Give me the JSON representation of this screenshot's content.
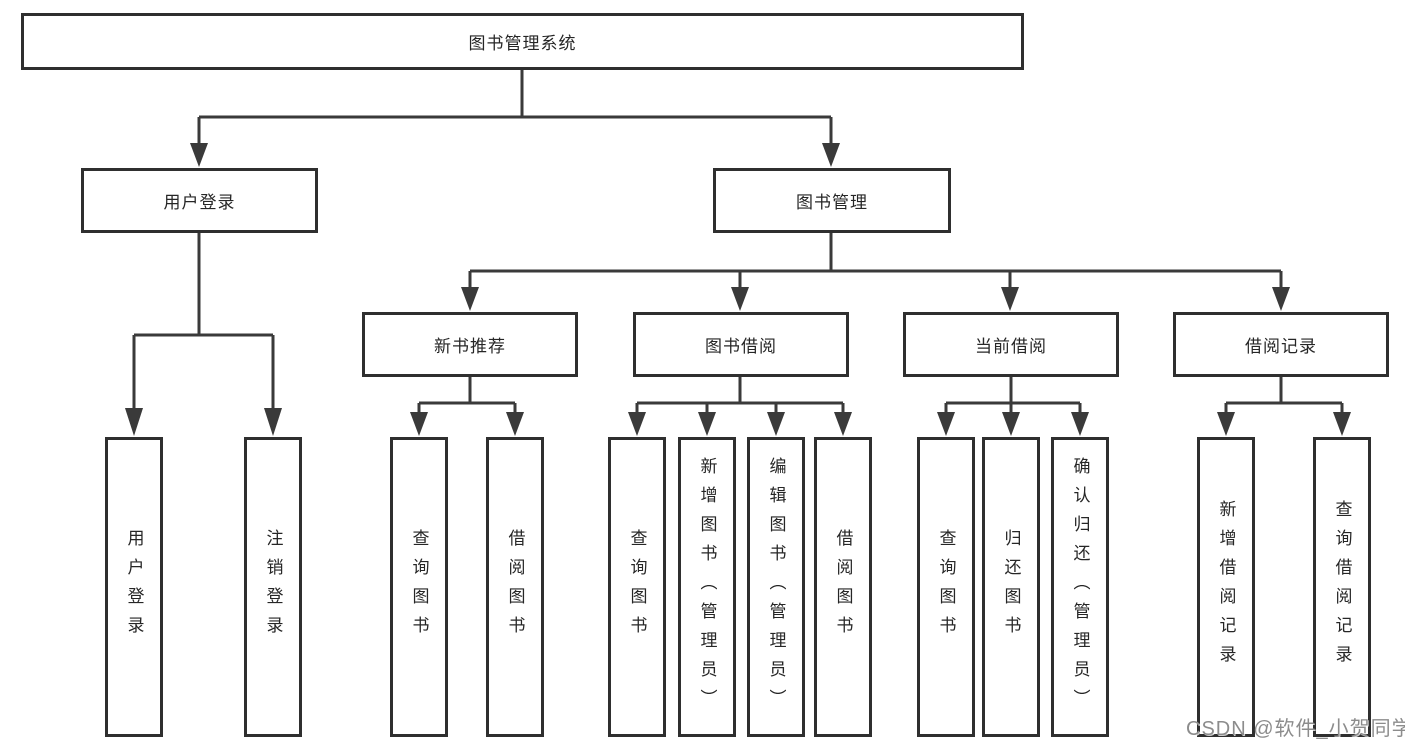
{
  "nodes": {
    "root": "图书管理系统",
    "user_login": "用户登录",
    "book_management": "图书管理",
    "modules": [
      "新书推荐",
      "图书借阅",
      "当前借阅",
      "借阅记录"
    ],
    "user_login_children": [
      "用户登录",
      "注销登录"
    ],
    "recommend_children": [
      "查询图书",
      "借阅图书"
    ],
    "borrow_children": [
      "查询图书",
      "新增图书（管理员）",
      "编辑图书（管理员）",
      "借阅图书"
    ],
    "current_children": [
      "查询图书",
      "归还图书",
      "确认归还（管理员）"
    ],
    "record_children": [
      "新增借阅记录",
      "查询借阅记录"
    ]
  },
  "watermark": {
    "text": "CSDN @软件_小贺同学"
  },
  "colors": {
    "line": "#3a3a3a",
    "border": "#2f2f2f",
    "text": "#262626",
    "watermark": "#8c8c8c",
    "background": "#ffffff"
  }
}
